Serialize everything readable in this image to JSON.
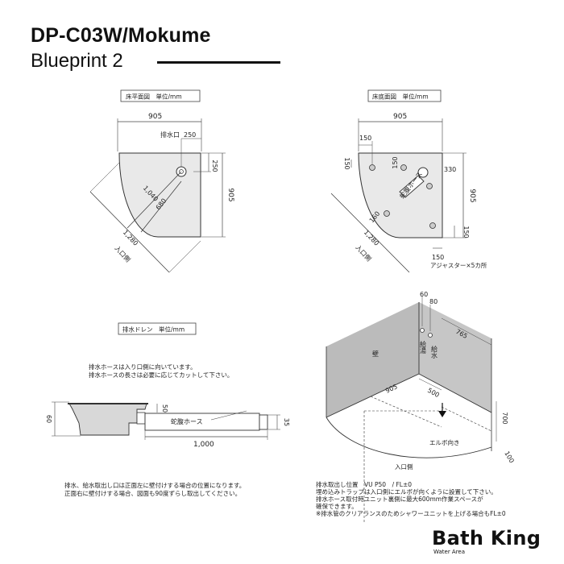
{
  "header": {
    "title": "DP-C03W/Mokume",
    "subtitle": "Blueprint 2"
  },
  "floor_plan": {
    "caption": "床平面図　単位/mm",
    "dim_width": "905",
    "drain_label": "排水口",
    "dim_250a": "250",
    "dim_250b": "250",
    "dim_905_side": "905",
    "dim_1040": "1,040",
    "dim_680": "680",
    "dim_1280": "1,280",
    "entrance": "入口側"
  },
  "base_plan": {
    "caption": "床底面図　単位/mm",
    "dim_width": "905",
    "dim_150_top": "150",
    "dim_150_left": "150",
    "dim_150_mid": "150",
    "hose_label": "蛇腹ホース",
    "dim_330": "330",
    "dim_905_side": "905",
    "dim_160": "160",
    "dim_1280": "1,280",
    "dim_150_right": "150",
    "entrance": "入口側",
    "dim_150_bottom": "150",
    "adjuster_note": "アジャスター×5カ所"
  },
  "drain": {
    "caption": "排水ドレン　単位/mm",
    "note1": "排水ホースは入り口側に向いています。",
    "note2": "排水ホースの長さは必要に応じてカットして下さい。",
    "dim_60": "60",
    "dim_50": "50",
    "hose_label": "蛇腹ホース",
    "dim_35": "35",
    "dim_1000": "1,000",
    "footnote1": "排水、給水取出し口は正面左に壁付けする場合の位置になります。",
    "footnote2": "正面右に壁付けする場合、図面も90度ずらし取出してください。"
  },
  "iso": {
    "dim_60": "60",
    "dim_80": "80",
    "dim_765": "765",
    "hot_water": "給湯",
    "cold_water": "給水",
    "wall": "壁",
    "dim_905": "905",
    "dim_500": "500",
    "dim_700": "700",
    "elbow": "エルボ向き",
    "dim_100": "100",
    "entrance": "入口側",
    "notes": [
      "排水取出し位置　VU P50　/ FL±0",
      "埋め込みトラップは入口側にエルボが向くように設置して下さい。",
      "排水ホース取付時ユニット裏側に最大600mm作業スペースが",
      "確保できます。",
      "※排水管のクリアランスのためシャワーユニットを上げる場合もFL±0"
    ]
  },
  "brand": {
    "name": "Bath King",
    "tagline": "Water Area"
  }
}
